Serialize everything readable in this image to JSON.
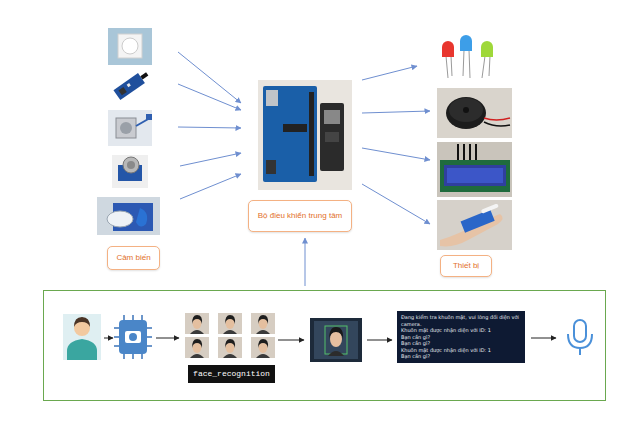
{
  "diagram": {
    "nodes": [
      {
        "text": [
          "Cảm biến"
        ]
      },
      {
        "text": [
          "Bộ điều khiển trung tâm"
        ]
      },
      {
        "text": [
          "Thiết bị"
        ]
      },
      {
        "text": [
          "face_recognition"
        ]
      },
      {
        "text": [
          "Đang kiểm tra khuôn mặt, vui lòng đối diện với camera.",
          "Khuôn mặt được nhận diện với ID: 1",
          "Bạn cần gì?",
          "Bạn cần gì?",
          "Khuôn mặt được nhận diện với ID: 1",
          "Bạn cần gì?"
        ]
      }
    ]
  }
}
